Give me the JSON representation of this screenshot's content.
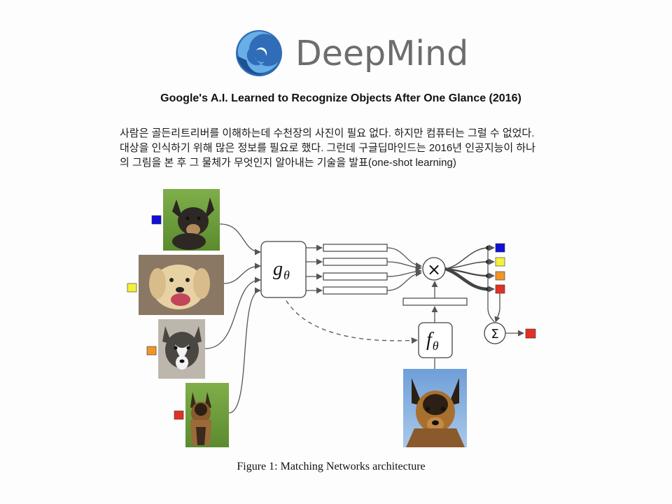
{
  "logo": {
    "name": "DeepMind",
    "colors": {
      "blue": "#4a8fd6",
      "dark_blue": "#2b5fa8",
      "text": "#6d6d6d"
    }
  },
  "headline": "Google's A.I. Learned to Recognize Objects After One Glance (2016)",
  "body_lines": [
    "사람은 골든리트리버를 이해하는데 수천장의 사진이 필요 없다. 하지만 컴퓨터는 그럴 수 없었다.",
    "대상을 인식하기 위해 많은 정보를 필요로 했다. 그런데 구글딥마인드는 2016년 인공지능이 하나",
    "의 그림을 본 후 그 물체가 무엇인지 알아내는 기술을 발표(one-shot learning)"
  ],
  "diagram": {
    "support_set": [
      {
        "label": "dog-chihuahua",
        "color": "#1010d8"
      },
      {
        "label": "dog-labrador",
        "color": "#f5f03a"
      },
      {
        "label": "dog-husky",
        "color": "#f0952a"
      },
      {
        "label": "dog-german-shepherd",
        "color": "#e33024"
      }
    ],
    "g_theta": {
      "base": "g",
      "sub": "θ"
    },
    "f_theta": {
      "base": "f",
      "sub": "θ"
    },
    "multiply_symbol": "×",
    "sum_symbol": "Σ",
    "output_color": "#e33024",
    "query": {
      "label": "dog-german-shepherd-query"
    }
  },
  "caption": "Figure 1: Matching Networks architecture"
}
